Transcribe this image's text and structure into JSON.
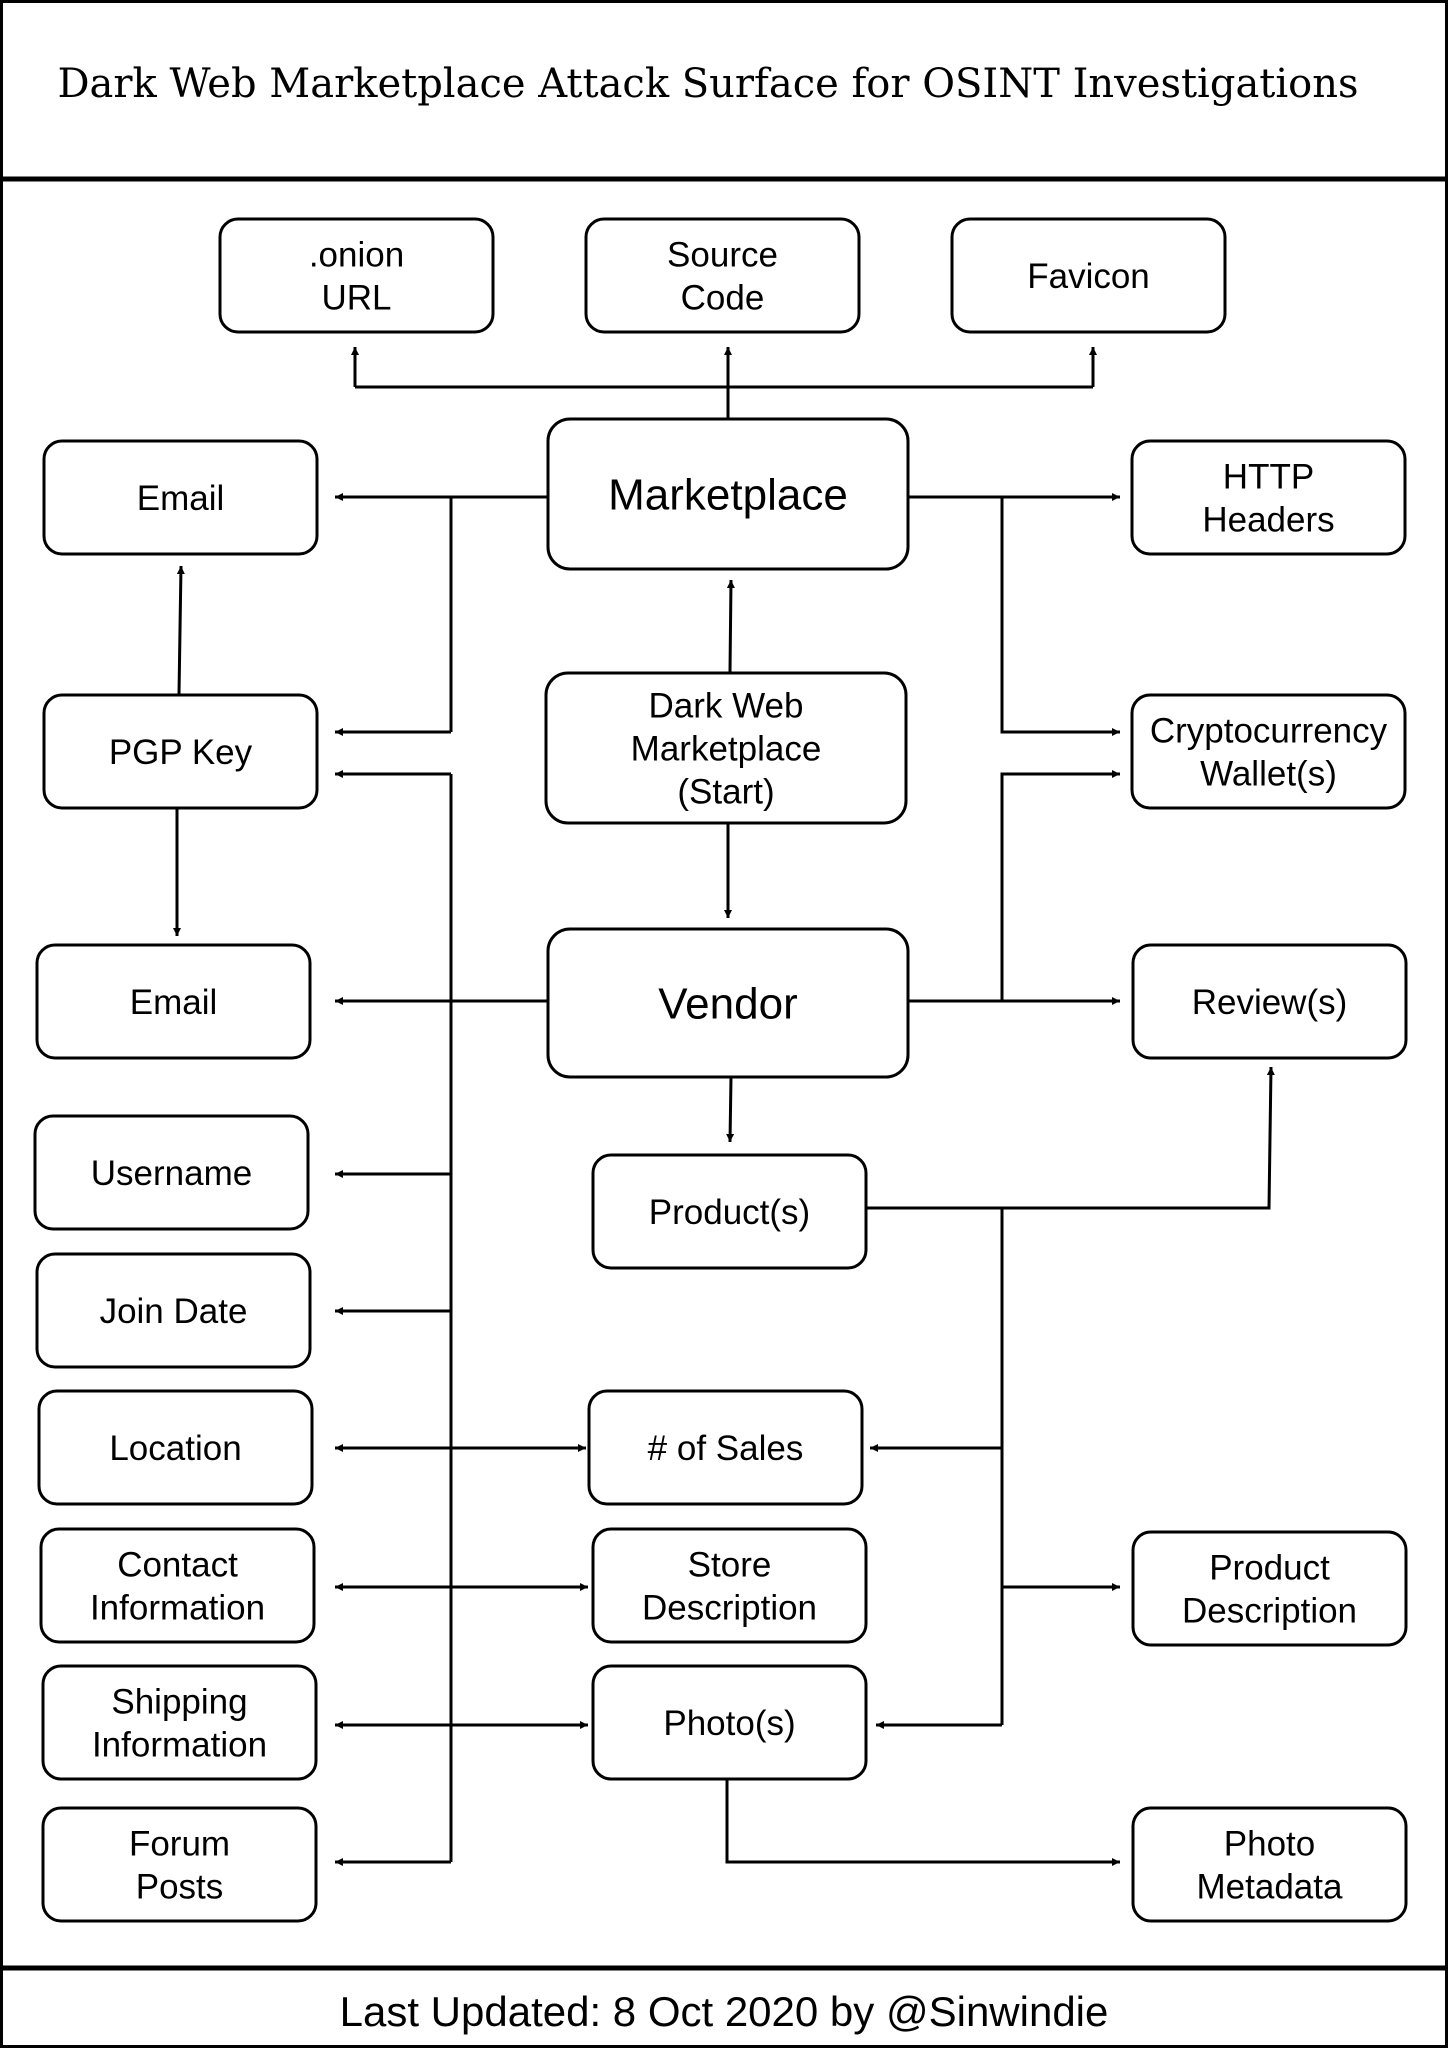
{
  "title": "Dark Web Marketplace Attack Surface for OSINT Investigations",
  "footer": "Last Updated: 8 Oct 2020 by @Sinwindie",
  "nodes": {
    "onion_url": [
      ".onion",
      "URL"
    ],
    "source_code": [
      "Source",
      "Code"
    ],
    "favicon": [
      "Favicon"
    ],
    "email_top": [
      "Email"
    ],
    "marketplace": [
      "Marketplace"
    ],
    "http_headers": [
      "HTTP",
      "Headers"
    ],
    "pgp_key": [
      "PGP Key"
    ],
    "dark_web_marketplace": [
      "Dark Web",
      "Marketplace",
      "(Start)"
    ],
    "crypto_wallets": [
      "Cryptocurrency",
      "Wallet(s)"
    ],
    "email_mid": [
      "Email"
    ],
    "vendor": [
      "Vendor"
    ],
    "reviews": [
      "Review(s)"
    ],
    "username": [
      "Username"
    ],
    "products": [
      "Product(s)"
    ],
    "join_date": [
      "Join Date"
    ],
    "location": [
      "Location"
    ],
    "num_sales": [
      "# of Sales"
    ],
    "contact_info": [
      "Contact",
      "Information"
    ],
    "store_description": [
      "Store",
      "Description"
    ],
    "product_description": [
      "Product",
      "Description"
    ],
    "shipping_info": [
      "Shipping",
      "Information"
    ],
    "photos": [
      "Photo(s)"
    ],
    "forum_posts": [
      "Forum",
      "Posts"
    ],
    "photo_metadata": [
      "Photo",
      "Metadata"
    ]
  }
}
